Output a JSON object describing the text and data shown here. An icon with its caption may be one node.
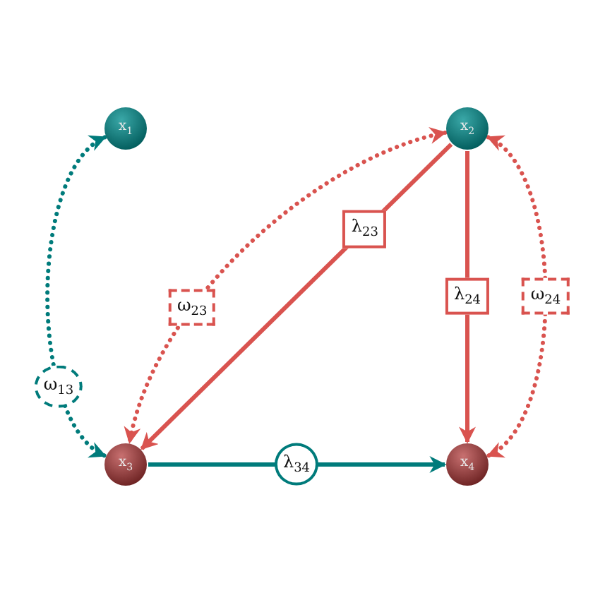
{
  "diagram": {
    "nodes": [
      {
        "text": [
          "x$_{1}$"
        ]
      },
      {
        "text": [
          "x$_{2}$"
        ]
      },
      {
        "text": [
          "x$_{3}$"
        ]
      },
      {
        "text": [
          "x$_{4}$"
        ]
      }
    ],
    "edges": [
      {
        "from": 0,
        "to": 2,
        "arrow": "both",
        "label": "ω$_{13}$",
        "style": "dashed",
        "color": "#007b7b"
      },
      {
        "from": 1,
        "to": 2,
        "arrow": "both",
        "label": "ω$_{23}$",
        "style": "dashed"
      },
      {
        "from": 1,
        "to": 2,
        "arrow": "to",
        "label": "λ$_{23}$"
      },
      {
        "from": 1,
        "to": 3,
        "arrow": "to",
        "label": "λ$_{24}$"
      },
      {
        "from": 1,
        "to": 3,
        "arrow": "both",
        "label": "ω$_{24}$",
        "style": "dashed"
      },
      {
        "from": 2,
        "to": 3,
        "arrow": "to",
        "label": "λ$_{34}$",
        "color": "#007b7b"
      }
    ]
  }
}
